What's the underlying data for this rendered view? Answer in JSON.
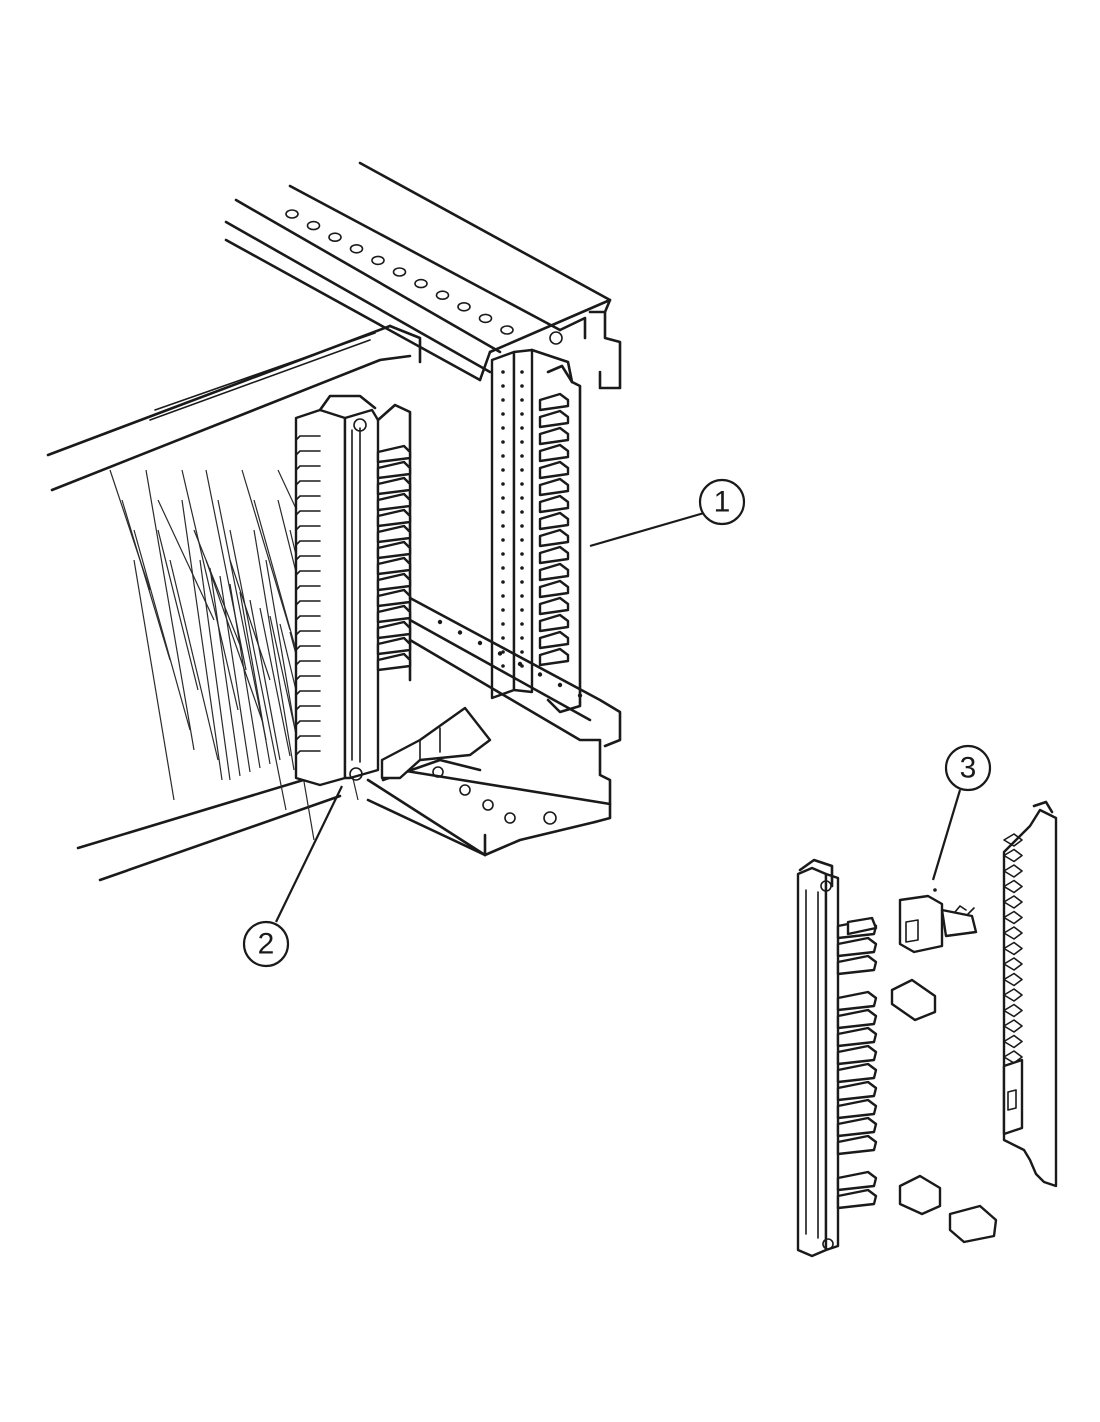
{
  "callouts": {
    "c1": {
      "label": "1"
    },
    "c2": {
      "label": "2"
    },
    "c3": {
      "label": "3"
    }
  },
  "colors": {
    "line": "#1a1a1a",
    "background": "#ffffff"
  }
}
